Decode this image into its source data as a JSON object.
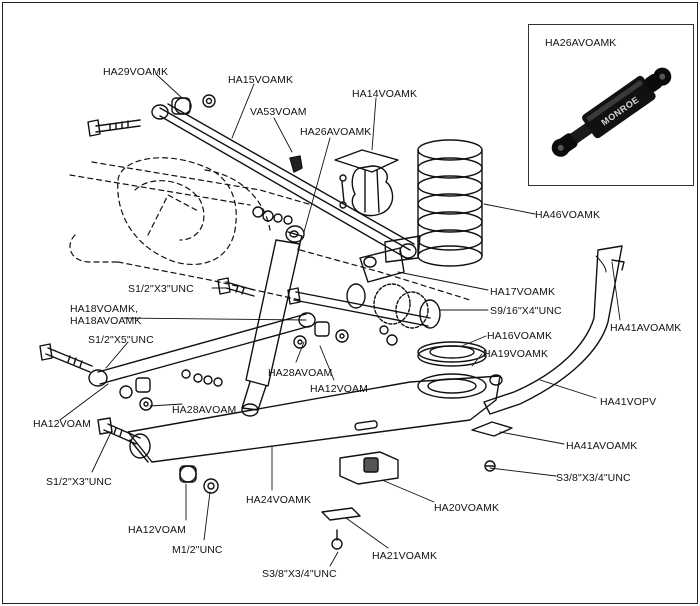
{
  "diagram": {
    "labels": {
      "ha29": "HA29VOAMK",
      "ha15": "HA15VOAMK",
      "va53": "VA53VOAM",
      "ha14": "HA14VOAMK",
      "ha26": "HA26AVOAMK",
      "ha46": "HA46VOAMK",
      "s12x3_top": "S1/2\"X3\"UNC",
      "ha17": "HA17VOAMK",
      "ha18a": "HA18VOAMK,",
      "ha18b": "HA18AVOAMK",
      "s916": "S9/16\"X4\"UNC",
      "ha41avoamk_top": "HA41AVOAMK",
      "s12x5": "S1/2\"X5\"UNC",
      "ha16": "HA16VOAMK",
      "ha19": "HA19VOAMK",
      "ha28_upper": "HA28AVOAM",
      "ha12_mid": "HA12VOAM",
      "ha41vopv": "HA41VOPV",
      "ha28_lower": "HA28AVOAM",
      "ha12_left": "HA12VOAM",
      "ha41avoamk_low": "HA41AVOAMK",
      "s12x3_low": "S1/2\"X3\"UNC",
      "s38_right": "S3/8\"X3/4\"UNC",
      "ha24": "HA24VOAMK",
      "ha20": "HA20VOAMK",
      "ha12_bottom": "HA12VOAM",
      "m12": "M1/2\"UNC",
      "ha21": "HA21VOAMK",
      "s38_bottom": "S3/8\"X3/4\"UNC"
    },
    "inset": {
      "title": "HA26AVOAMK",
      "brand_text": "MONROE"
    }
  }
}
